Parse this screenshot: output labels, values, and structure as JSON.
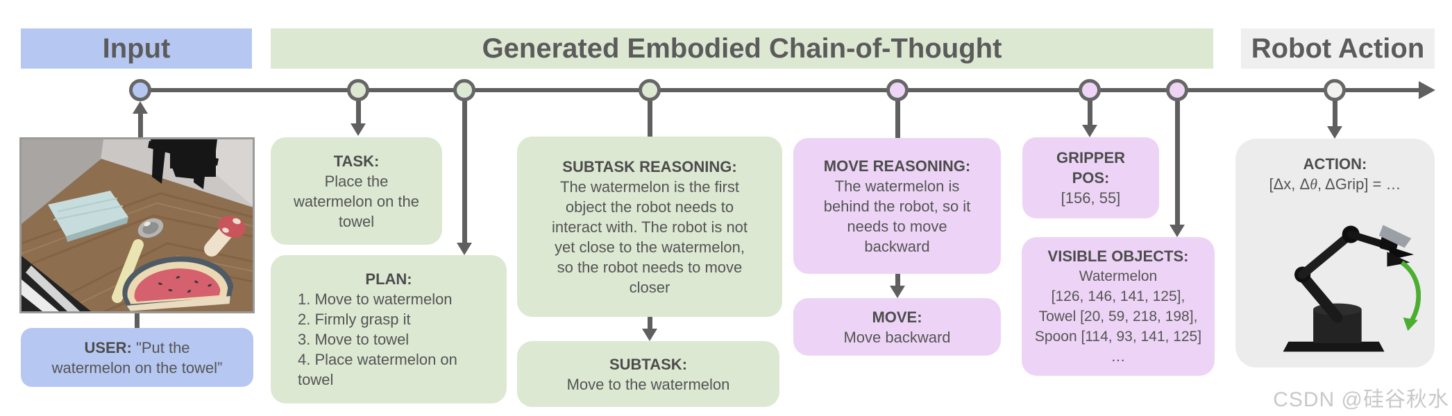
{
  "headers": {
    "input": "Input",
    "cot": "Generated Embodied Chain-of-Thought",
    "robot_action": "Robot Action"
  },
  "input_column": {
    "user_label": "USER:",
    "user_quote_line1": "\"Put the",
    "user_quote_line2": "watermelon on the towel”"
  },
  "cot_boxes": {
    "task": {
      "label": "TASK:",
      "lines": [
        "Place the",
        "watermelon on the",
        "towel"
      ]
    },
    "plan": {
      "label": "PLAN:",
      "items": [
        "1. Move to watermelon",
        "2. Firmly grasp it",
        "3. Move to towel",
        "4. Place watermelon on towel"
      ]
    },
    "subtask_reasoning": {
      "label": "SUBTASK REASONING:",
      "lines": [
        "The watermelon is the first",
        "object the robot needs to",
        "interact with. The robot is not",
        "yet close to the watermelon,",
        "so the robot needs to move",
        "closer"
      ]
    },
    "subtask": {
      "label": "SUBTASK:",
      "text": "Move to the watermelon"
    },
    "move_reasoning": {
      "label": "MOVE REASONING:",
      "lines": [
        "The watermelon is",
        "behind the robot, so it",
        "needs to move",
        "backward"
      ]
    },
    "move": {
      "label": "MOVE:",
      "text": "Move backward"
    },
    "gripper_pos": {
      "label": "GRIPPER POS:",
      "value": "[156, 55]"
    },
    "visible_objects": {
      "label": "VISIBLE OBJECTS:",
      "lines": [
        "Watermelon",
        "[126, 146, 141, 125],",
        "Towel [20, 59, 218, 198],",
        "Spoon [114, 93, 141, 125]",
        "…"
      ]
    }
  },
  "robot_action_box": {
    "label": "ACTION:",
    "value_pre": "[Δx, Δ",
    "value_theta": "θ",
    "value_post": ", ΔGrip] = …"
  },
  "watermark": "CSDN @硅谷秋水",
  "colors": {
    "input_blue": "#b6c7f1",
    "cot_green": "#dce8d2",
    "reasoning_purple": "#edd4f6",
    "action_gray": "#ececec",
    "header_gray": "#efefef",
    "line_gray": "#5f5f5f",
    "text_gray": "#545454",
    "rotation_arrow_green": "#4cae30",
    "watermark_gray": "#c8c8c8"
  }
}
